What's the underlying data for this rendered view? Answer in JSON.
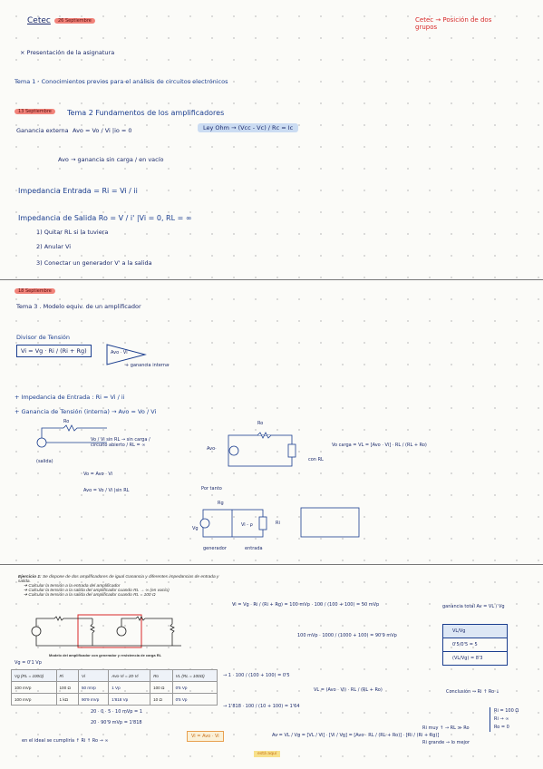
{
  "page1": {
    "title": "Cetec",
    "date1": "26 Septiembre",
    "note_right": "Cetec → Posición de dos grupos",
    "item_presentacion": "× Presentación de la asignatura",
    "tema1": "Tema 1 · Conocimientos previos para el análisis de circuitos electrónicos",
    "date2": "13 Septiembre",
    "tema2": "Tema 2  Fundamentos de los amplificadores",
    "ganancia_externa": "Ganancia externa",
    "av_formula": "Avo = Vo / Vi |io = 0",
    "ohm_box": "Ley Ohm → (Vcc - Vc) / Rc = Ic",
    "avo_note": "Avo → ganancia sin carga / en vacío",
    "impedancia_entrada": "Impedancia Entrada = Ri = Vi / ii",
    "impedancia_salida": "Impedancia de Salida  Ro = V / i' |Vi = 0, RL = ∞",
    "step1": "1) Quitar RL si la tuviera",
    "step2": "2) Anular Vi",
    "step3": "3) Conectar un generador V' a la salida"
  },
  "page2": {
    "date": "18 Septiembre",
    "tema3": "Tema 3 . Modelo equiv. de un amplificador",
    "divisor": "Divisor de Tensión",
    "divisor_formula": "Vi = Vg · Ri / (Ri + Rg)",
    "amp_label": "Avo · Vi",
    "amp_note": "+ ganancia interna",
    "imp_entrada": "+ Impedancia de Entrada : Ri = Vi / ii",
    "gan_tension": "+ Ganancia de Tensión (interna) → Avo = Vo / Vi",
    "ro_label": "Ro",
    "vo_note": "Vo / Vi sin RL → sin carga / circuito abierto / RL = ∞",
    "salida_note": "(salida)",
    "vo_eq": "Vo = Avo · Vi",
    "avo_eq": "Avo = Vo / Vi |sin RL",
    "avoi_label": "Avo·",
    "ro_top": "Ro",
    "vo_div": "Vo carga = VL = [Avo · Vi] · RL / (RL + Ro)",
    "con_rl": "con RL",
    "por_tanto": "Por tanto",
    "rg_label": "Rg",
    "vi_minus": "Vi - ρ",
    "vg_label": "Vg",
    "ri_label": "Ri",
    "generador": "generador",
    "entrada": "entrada"
  },
  "page3": {
    "ejercicio_title": "Ejercicio 1:",
    "ejercicio_text": "Se dispone de dos amplificadores de igual Ganancia y diferentes impedancias de entrada y salida.",
    "bullets": [
      "Calcular la tensión a la entrada del amplificador",
      "Calcular la tensión a la salida del amplificador cuando RL → ∞ (en vacío)",
      "Calcular la tensión a la salida del amplificador cuando RL = 100 Ω"
    ],
    "vi_calc1": "Vi = Vg · Ri / (Ri + Rg) = 100 mVp · 100 / (100 + 100) = 50 mVp",
    "vi_calc2": "100 mVp · 1000 / (1000 + 100) = 90'9 mVp",
    "gan_total": "ganancia total  Av = VL / Vg",
    "stack": [
      "VL/Vg",
      "0'5/0'5 = 5",
      "(VL/Vg) = 8'3"
    ],
    "model_caption": "Modelo del amplificador con generador y resistencia de carga RL",
    "vg_note": "Vg = 0'1 Vp",
    "table": {
      "headers": [
        "Vg (RL = 100Ω)",
        "Ri",
        "Vi",
        "Avo·Vi = 20·Vi",
        "Ro",
        "VL (RL = 100Ω)"
      ],
      "rows": [
        [
          "100 mVp",
          "100 Ω",
          "50 mVp",
          "1 Vp",
          "100 Ω",
          "0'5 Vp"
        ],
        [
          "100 mVp",
          "1 kΩ",
          "90'9 mVp",
          "1'818 Vp",
          "10 Ω",
          "0'5 Vp"
        ]
      ]
    },
    "calc_a": "→ 1 · 100 / (100 + 100) = 0'5",
    "calc_b": "→ 1'818 · 100 / (10 + 100) = 1'64",
    "vl_eq": "VL = (Avo · Vi) · RL / (RL + Ro)",
    "conclusion": "Conclusión → Ri ↑  Ro ↓",
    "calc_c": "20 · 0 · 5 · 10 mVp = 1",
    "calc_d": "20 · 90'9 mVp = 1'818",
    "ideal_note": "en el ideal se cumpliría ↑ Ri ↑ Ro → ∞",
    "vi_orange": "Vi = Avo · Vi",
    "av_chain": "Av = VL / Vg = [VL / Vi] · [Vi / Vg] = [Avo · RL / (RL + Ro)] · [Ri / (Ri + Rg)]",
    "orange_note": "está aquí",
    "rl_note": "Ri muy ↑ → RL ≫ Ro",
    "ri_grande": "Ri grande → lo mejor",
    "right_col": [
      "Ri = 100 Ω",
      "Ri → ∞",
      "Ro = 0"
    ]
  }
}
